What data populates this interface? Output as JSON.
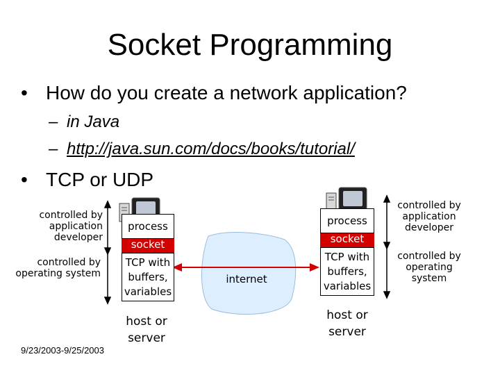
{
  "slide": {
    "title": "Socket Programming",
    "bullets": [
      {
        "text": "How do you create a network application?",
        "subs": [
          "in Java",
          "http://java.sun.com/docs/books/tutorial/"
        ]
      },
      {
        "text": "TCP or UDP"
      }
    ],
    "bullet_char": "•",
    "dash_char": "–",
    "footer": "9/23/2003-9/25/2003"
  },
  "diagram": {
    "left": {
      "label_app": "controlled by application developer",
      "label_os": "controlled by operating system",
      "process": "process",
      "socket": "socket",
      "tcp": "TCP with buffers, variables",
      "host": "host or server"
    },
    "right": {
      "label_app": "controlled by application developer",
      "label_os": "controlled by operating system",
      "process": "process",
      "socket": "socket",
      "tcp": "TCP with buffers, variables",
      "host": "host or server"
    },
    "internet": "internet",
    "colors": {
      "socket": "#d40000",
      "cloud": "#ddeeff",
      "arrow": "#d40000"
    },
    "icons": [
      "computer-icon",
      "computer-icon"
    ]
  }
}
